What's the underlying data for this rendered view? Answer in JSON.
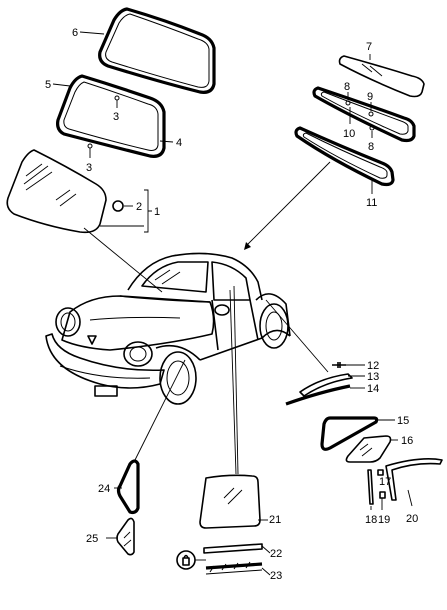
{
  "callouts": {
    "p1": "1",
    "p2": "2",
    "p3a": "3",
    "p3b": "3",
    "p4": "4",
    "p5": "5",
    "p6": "6",
    "p7": "7",
    "p8a": "8",
    "p8b": "8",
    "p9": "9",
    "p10": "10",
    "p11": "11",
    "p12": "12",
    "p13": "13",
    "p14": "14",
    "p15": "15",
    "p16": "16",
    "p17": "17",
    "p18": "18",
    "p19": "19",
    "p20": "20",
    "p21": "21",
    "p22": "22",
    "p23": "23",
    "p24": "24",
    "p25": "25"
  },
  "colors": {
    "line": "#000000",
    "background": "#ffffff"
  }
}
